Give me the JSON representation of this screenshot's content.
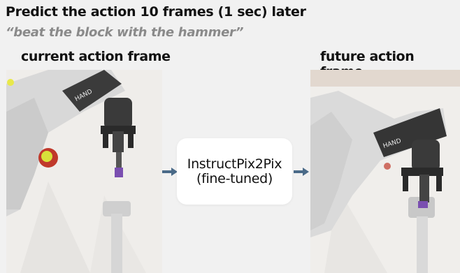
{
  "header": {
    "title": "Predict the action 10 frames (1 sec) later",
    "instruction": "“beat the block with the hammer”"
  },
  "frames": {
    "current_label": "current action frame",
    "future_label": "future action frame"
  },
  "model": {
    "line1": "InstructPix2Pix",
    "line2": "(fine-tuned)"
  },
  "colors": {
    "arrow": "#4a6a88",
    "robot_arm": "#d9d9d9",
    "gripper": "#2a2a2a",
    "hammer_tip": "#7a4fb0"
  },
  "icons": {
    "arrow": "right-arrow-icon"
  }
}
